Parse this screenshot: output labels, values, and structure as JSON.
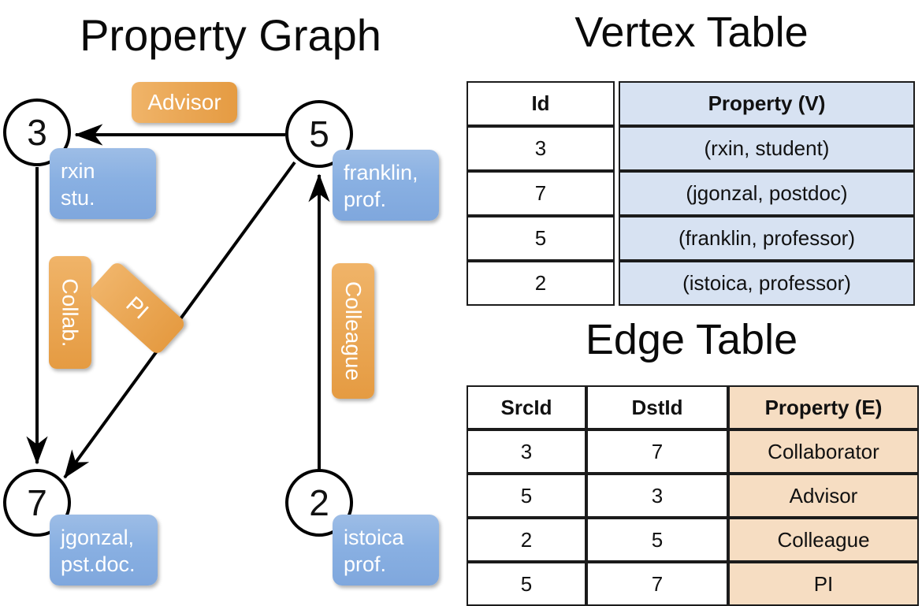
{
  "titles": {
    "property_graph": "Property Graph",
    "vertex_table": "Vertex Table",
    "edge_table": "Edge Table"
  },
  "graph": {
    "nodes": [
      {
        "id": "3",
        "label_line1": "rxin",
        "label_line2": "stu."
      },
      {
        "id": "5",
        "label_line1": "franklin,",
        "label_line2": "prof."
      },
      {
        "id": "7",
        "label_line1": "jgonzal,",
        "label_line2": "pst.doc."
      },
      {
        "id": "2",
        "label_line1": "istoica",
        "label_line2": "prof."
      }
    ],
    "edge_labels": [
      {
        "name": "advisor",
        "text": "Advisor"
      },
      {
        "name": "collab",
        "text": "Collab."
      },
      {
        "name": "pi",
        "text": "PI"
      },
      {
        "name": "colleague",
        "text": "Colleague"
      }
    ]
  },
  "vertex_table": {
    "headers": [
      "Id",
      "Property (V)"
    ],
    "rows": [
      [
        "3",
        "(rxin, student)"
      ],
      [
        "7",
        "(jgonzal, postdoc)"
      ],
      [
        "5",
        "(franklin, professor)"
      ],
      [
        "2",
        "(istoica, professor)"
      ]
    ]
  },
  "edge_table": {
    "headers": [
      "SrcId",
      "DstId",
      "Property (E)"
    ],
    "rows": [
      [
        "3",
        "7",
        "Collaborator"
      ],
      [
        "5",
        "3",
        "Advisor"
      ],
      [
        "2",
        "5",
        "Colleague"
      ],
      [
        "5",
        "7",
        "PI"
      ]
    ]
  },
  "colors": {
    "vertex_property_fill": "#d7e2f2",
    "edge_property_fill": "#f6ddc2",
    "vertex_box": "#89b0e2",
    "edge_box": "#eaa755",
    "stroke": "#000000"
  }
}
